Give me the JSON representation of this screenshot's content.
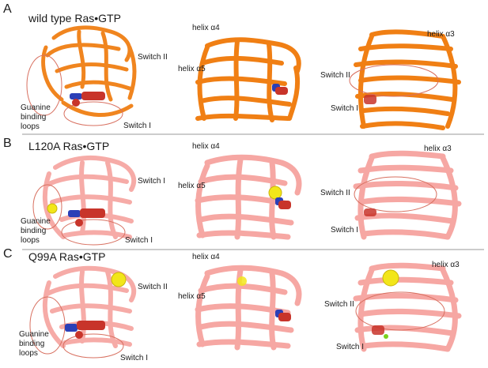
{
  "colors": {
    "wild_type": "#f07f14",
    "mutant": "#f6a7a3",
    "ring": "#d87060",
    "ligand_red": "#c8342a",
    "ligand_blue": "#2b3fb7",
    "yellow": "#f2e61a",
    "green": "#7ad11e",
    "divider": "#999999"
  },
  "panels": [
    {
      "letter": "A",
      "title": "wild type Ras•GTP",
      "view1": {
        "switch2": "Switch II",
        "guanine": [
          "Guanine",
          "binding",
          "loops"
        ],
        "switch1": "Switch I"
      },
      "view2": {
        "helix_a4": "helix α4",
        "helix_a5": "helix α5"
      },
      "view3": {
        "helix_a3": "helix α3",
        "switch2": "Switch II",
        "switch1": "Switch I"
      }
    },
    {
      "letter": "B",
      "title": "L120A Ras•GTP",
      "view1": {
        "switch1_top": "Switch I",
        "guanine": [
          "Guanine",
          "binding",
          "loops"
        ],
        "switch1": "Switch I"
      },
      "view2": {
        "helix_a4": "helix α4",
        "helix_a5": "helix α5"
      },
      "view3": {
        "helix_a3": "helix α3",
        "switch2": "Switch II",
        "switch1": "Switch I"
      }
    },
    {
      "letter": "C",
      "title": "Q99A Ras•GTP",
      "view1": {
        "switch2": "Switch II",
        "guanine": [
          "Guanine",
          "binding",
          "loops"
        ],
        "switch1": "Switch I"
      },
      "view2": {
        "helix_a4": "helix α4",
        "helix_a5": "helix α5"
      },
      "view3": {
        "helix_a3": "helix α3",
        "switch2": "Switch II",
        "switch1": "Switch I"
      }
    }
  ]
}
